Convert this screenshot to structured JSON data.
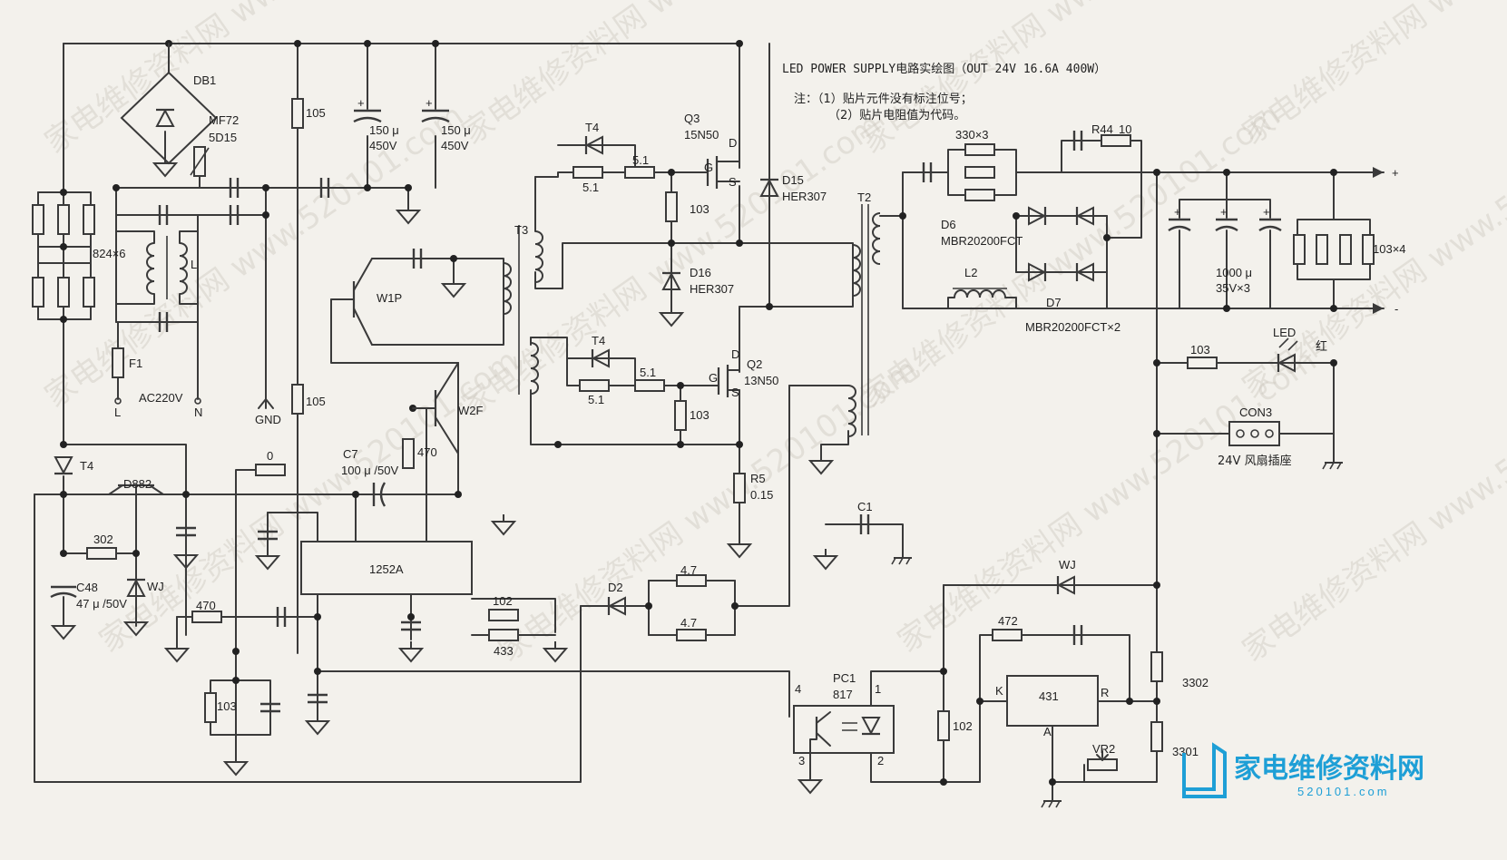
{
  "title": "LED POWER SUPPLY电路实绘图（OUT 24V 16.6A 400W）",
  "notes": [
    "注：（1）贴片元件没有标注位号；",
    "（2）贴片电阻值为代码。"
  ],
  "watermark": "家电维修资料网 www.520101.com",
  "logo": {
    "name": "家电维修资料网",
    "url": "520101.com"
  },
  "labels": {
    "db1": "DB1",
    "mf72": "MF72",
    "d15_ntc": "5D15",
    "r_824": "824×6",
    "l": "L",
    "f1": "F1",
    "ac220v": "AC220V",
    "l_pin": "L",
    "n_pin": "N",
    "gnd": "GND",
    "r105a": "105",
    "r105b": "105",
    "c150a_1": "150 μ",
    "c150a_2": "450V",
    "c150b_1": "150 μ",
    "c150b_2": "450V",
    "t4a": "T4",
    "r51a": "5.1",
    "r51b": "5.1",
    "r103a": "103",
    "q3": "Q3",
    "q3_part": "15N50",
    "d_q3": "D",
    "g_q3": "G",
    "s_q3": "S",
    "d15": "D15",
    "d15_part": "HER307",
    "d16": "D16",
    "d16_part": "HER307",
    "t3": "T3",
    "w1p": "W1P",
    "w2f": "W2F",
    "t4b": "T4",
    "r51c": "5.1",
    "r51d": "5.1",
    "r103b": "103",
    "q2": "Q2",
    "q2_part": "13N50",
    "d_q2": "D",
    "g_q2": "G",
    "s_q2": "S",
    "r5": "R5",
    "r5_val": "0.15",
    "t2": "T2",
    "r330": "330×3",
    "r44": "R44",
    "r44_val": "10",
    "d6": "D6",
    "d6_part": "MBR20200FCT",
    "l2": "L2",
    "d7": "D7",
    "d7_part": "MBR20200FCT×2",
    "c1000_1": "1000 μ",
    "c1000_2": "35V×3",
    "r103x4": "103×4",
    "out_plus": "+",
    "out_minus": "-",
    "led": "LED",
    "led_color": "红",
    "r103c": "103",
    "con3": "CON3",
    "fan": "24V 风扇插座",
    "t4c": "T4",
    "d882": "D882",
    "r302": "302",
    "c48": "C48",
    "c48_val": "47 μ /50V",
    "wj_a": "WJ",
    "r0": "0",
    "c7": "C7",
    "c7_val": "100 μ /50V",
    "r470a": "470",
    "ic1252": "1252A",
    "r470b": "470",
    "r102a": "102",
    "r433": "433",
    "r103d": "103",
    "d2": "D2",
    "r47a": "4.7",
    "r47b": "4.7",
    "c1": "C1",
    "pc1": "PC1",
    "pc1_part": "817",
    "pin4": "4",
    "pin1": "1",
    "pin3": "3",
    "pin2": "2",
    "r102b": "102",
    "wj_b": "WJ",
    "r472": "472",
    "ic431": "431",
    "k431": "K",
    "r431": "R",
    "a431": "A",
    "r3302": "3302",
    "r3301": "3301",
    "vr2": "VR2"
  },
  "colors": {
    "line": "#3a3a3a",
    "paper": "#f3f1ec",
    "logo": "#1e9fd6"
  }
}
